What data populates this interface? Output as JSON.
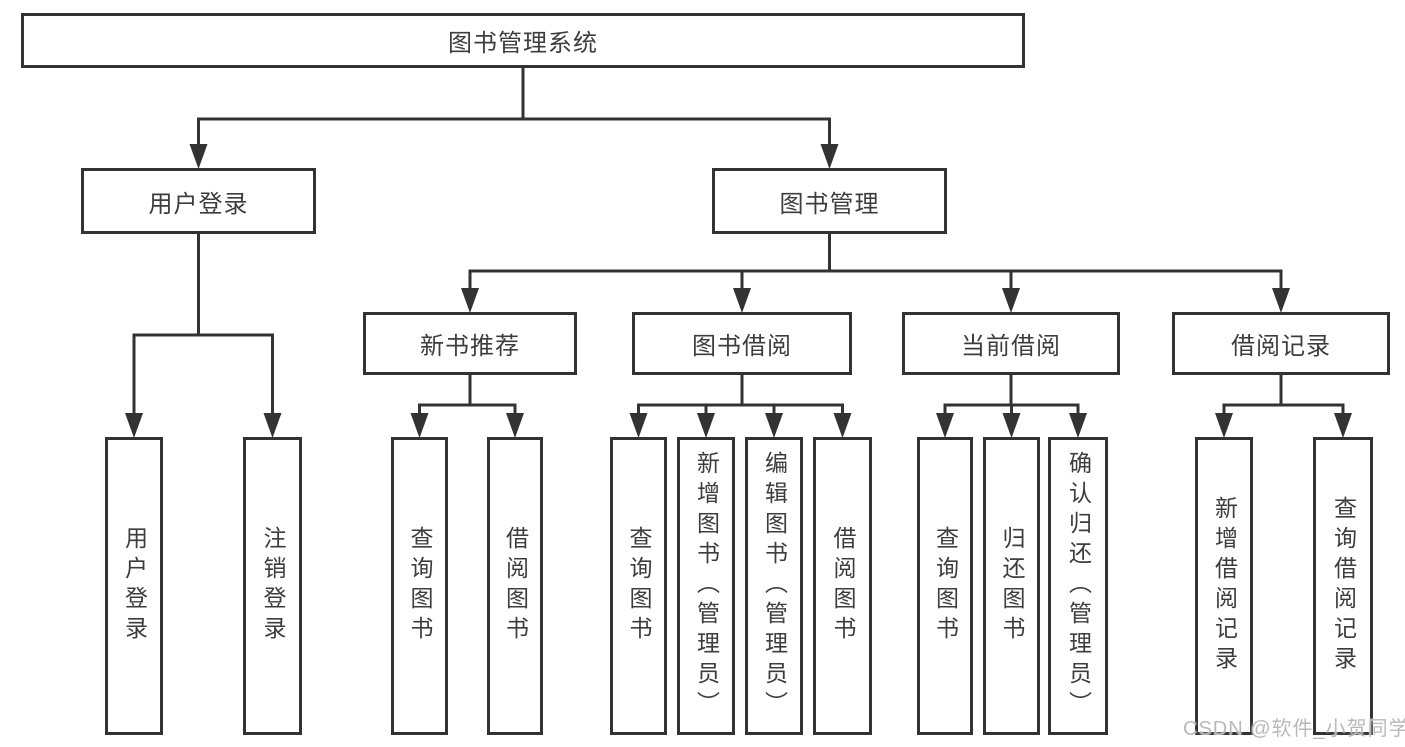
{
  "diagram": {
    "root": {
      "label": "图书管理系统"
    },
    "level2": [
      {
        "label": "用户登录"
      },
      {
        "label": "图书管理"
      }
    ],
    "level3": [
      {
        "label": "新书推荐"
      },
      {
        "label": "图书借阅"
      },
      {
        "label": "当前借阅"
      },
      {
        "label": "借阅记录"
      }
    ],
    "leaves": {
      "user_login": [
        "用户登录",
        "注销登录"
      ],
      "new_book_recommend": [
        "查询图书",
        "借阅图书"
      ],
      "book_borrow": [
        "查询图书",
        "新增图书（管理员）",
        "编辑图书（管理员）",
        "借阅图书"
      ],
      "current_borrow": [
        "查询图书",
        "归还图书",
        "确认归还（管理员）"
      ],
      "borrow_record": [
        "新增借阅记录",
        "查询借阅记录"
      ]
    }
  },
  "watermark": {
    "text": "CSDN @软件_小贺同学"
  },
  "colors": {
    "line": "#333333",
    "text": "#3d3d3d",
    "box_background": "#ffffff",
    "watermark": "#b9b9b9"
  }
}
